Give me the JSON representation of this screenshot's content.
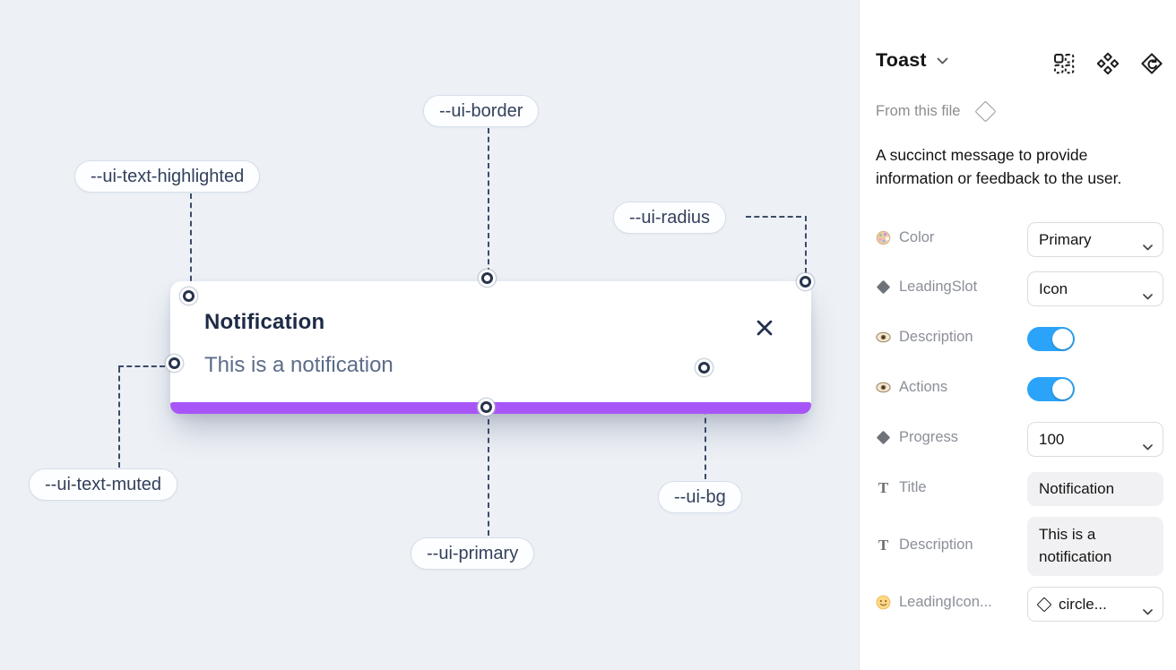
{
  "canvas": {
    "toast": {
      "title": "Notification",
      "description": "This is a notification"
    },
    "callouts": [
      {
        "label": "--ui-border"
      },
      {
        "label": "--ui-text-highlighted"
      },
      {
        "label": "--ui-radius"
      },
      {
        "label": "--ui-text-muted"
      },
      {
        "label": "--ui-primary"
      },
      {
        "label": "--ui-bg"
      }
    ],
    "colors": {
      "canvas_bg": "#edf1f6",
      "primary_bar": "#a855f7",
      "title_text": "#1d2b45",
      "muted_text": "#5c6c88"
    }
  },
  "panel": {
    "header": {
      "title": "Toast",
      "icons": [
        "component-props-icon",
        "component-icon",
        "go-to-main-component-icon"
      ]
    },
    "source": {
      "label": "From this file"
    },
    "description": "A succinct message to provide information or feedback to the user.",
    "icon_glyphs": {
      "text": "T"
    },
    "properties": [
      {
        "icon": "palette-icon",
        "label": "Color",
        "control": "dropdown",
        "value": "Primary"
      },
      {
        "icon": "diamond-icon",
        "label": "LeadingSlot",
        "control": "dropdown",
        "value": "Icon"
      },
      {
        "icon": "eye-icon",
        "label": "Description",
        "control": "toggle",
        "value": "on"
      },
      {
        "icon": "eye-icon",
        "label": "Actions",
        "control": "toggle",
        "value": "on"
      },
      {
        "icon": "diamond-icon",
        "label": "Progress",
        "control": "dropdown",
        "value": "100"
      },
      {
        "icon": "text-icon",
        "label": "Title",
        "control": "text-field",
        "value": "Notification"
      },
      {
        "icon": "text-icon",
        "label": "Description",
        "control": "text-field",
        "value": "This is a notification"
      },
      {
        "icon": "smiley-icon",
        "label": "LeadingIcon...",
        "control": "icon-dropdown",
        "value": "circle..."
      }
    ],
    "colors": {
      "toggle_on": "#2ba3f8"
    }
  }
}
